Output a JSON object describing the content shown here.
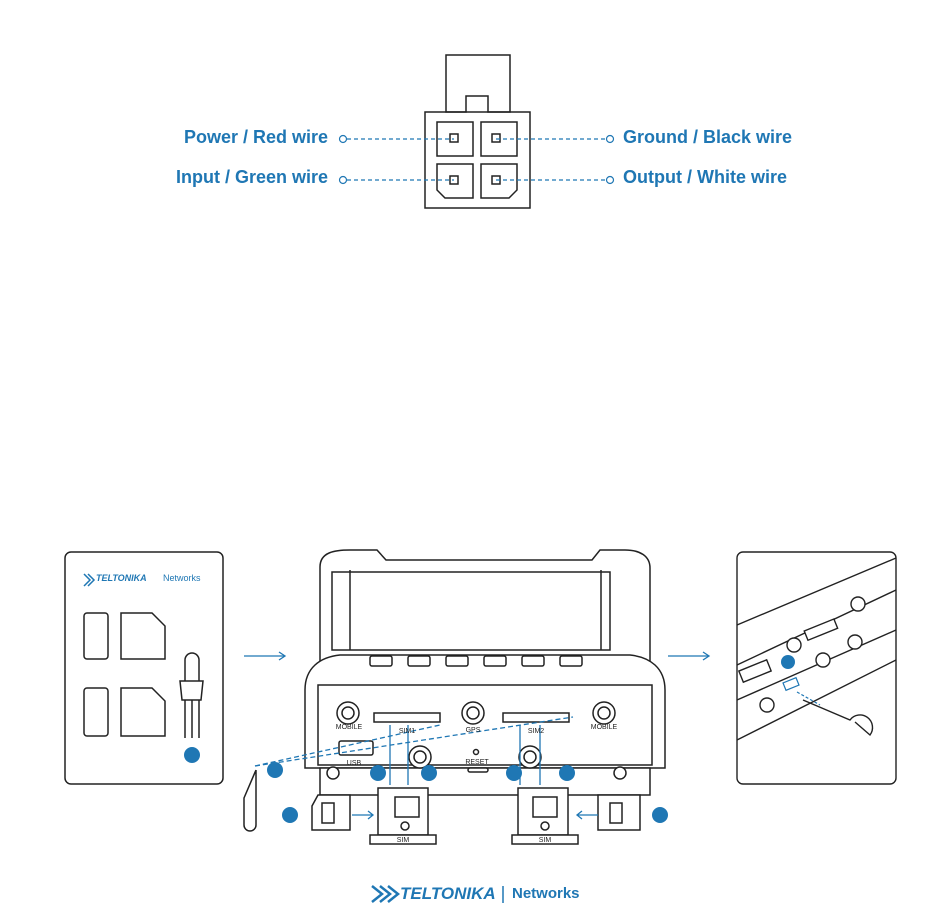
{
  "connector": {
    "labels": {
      "top_left": "Power / Red wire",
      "bottom_left": "Input / Green wire",
      "top_right": "Ground / Black wire",
      "bottom_right": "Output / White wire"
    }
  },
  "device_panel": {
    "ports": {
      "mobile_left": "MOBILE",
      "sim1": "SIM1",
      "gps": "GPS",
      "sim2": "SIM2",
      "mobile_right": "MOBILE",
      "usb": "USB",
      "reset": "RESET",
      "sim_tray_left": "SIM",
      "sim_tray_right": "SIM"
    }
  },
  "branding": {
    "card_brand": "TELTONIKA",
    "card_suffix": "Networks",
    "footer_brand": "TELTONIKA",
    "footer_suffix": "Networks"
  },
  "colors": {
    "accent": "#1f77b4",
    "line": "#222222",
    "panel_bg": "#ffffff"
  }
}
